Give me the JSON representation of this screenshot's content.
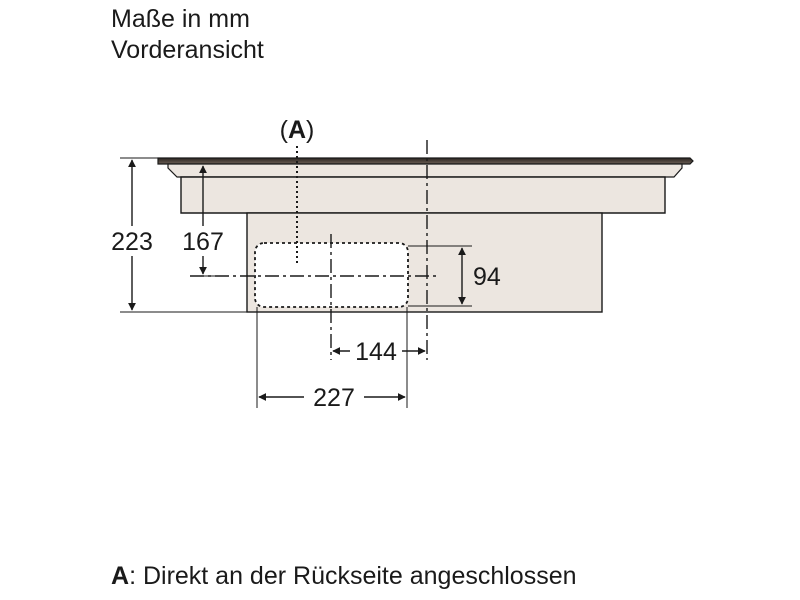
{
  "header": {
    "line1": "Maße in mm",
    "line2": "Vorderansicht"
  },
  "callout": {
    "open": "(",
    "letter": "A",
    "close": ")"
  },
  "dimensions": {
    "total_height": "223",
    "body_height": "167",
    "box_height": "94",
    "offset_144": "144",
    "width_227": "227"
  },
  "legend": {
    "key": "A",
    "text": ": Direkt an der Rückseite angeschlossen"
  }
}
